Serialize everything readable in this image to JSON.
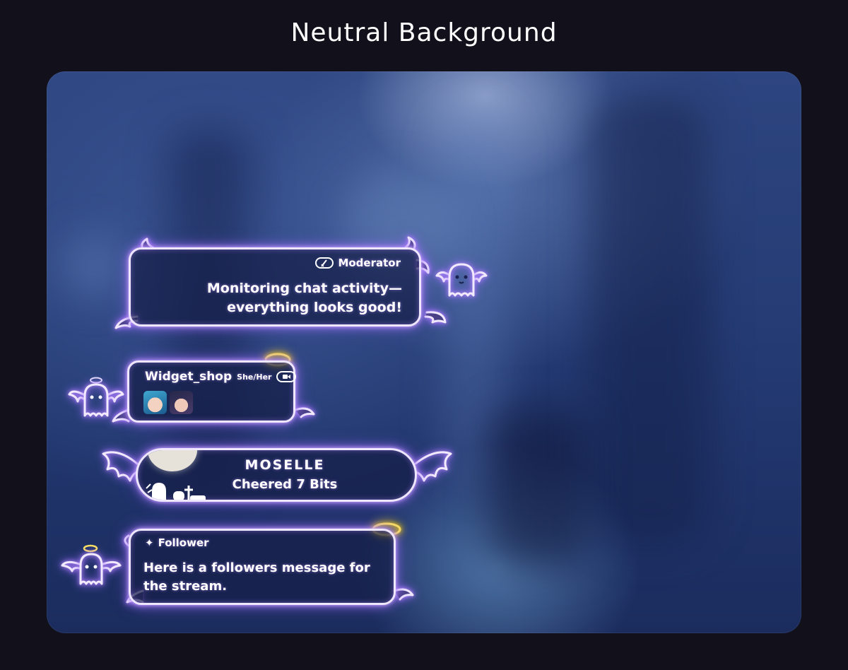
{
  "heading": "Neutral Background",
  "colors": {
    "page_bg": "#12101a",
    "neon_outline": "#efe6ff",
    "neon_glow": "#a878ff",
    "halo": "#ffe45a"
  },
  "moderator": {
    "badge_icon": "sword-icon",
    "role": "Moderator",
    "message_line1": "Monitoring chat activity—",
    "message_line2": "everything looks good!"
  },
  "chat": {
    "username": "Widget_shop",
    "pronouns": "She/Her",
    "badge_icon": "video-camera-icon",
    "emotes": [
      "emote-crying-girl",
      "emote-dark-haired-girl"
    ]
  },
  "cheer": {
    "name": "MOSELLE",
    "message": "Cheered 7 Bits"
  },
  "follower": {
    "badge_icon": "sparkle-icon",
    "label": "Follower",
    "message_line1": "Here is a followers message for",
    "message_line2": "the stream."
  }
}
